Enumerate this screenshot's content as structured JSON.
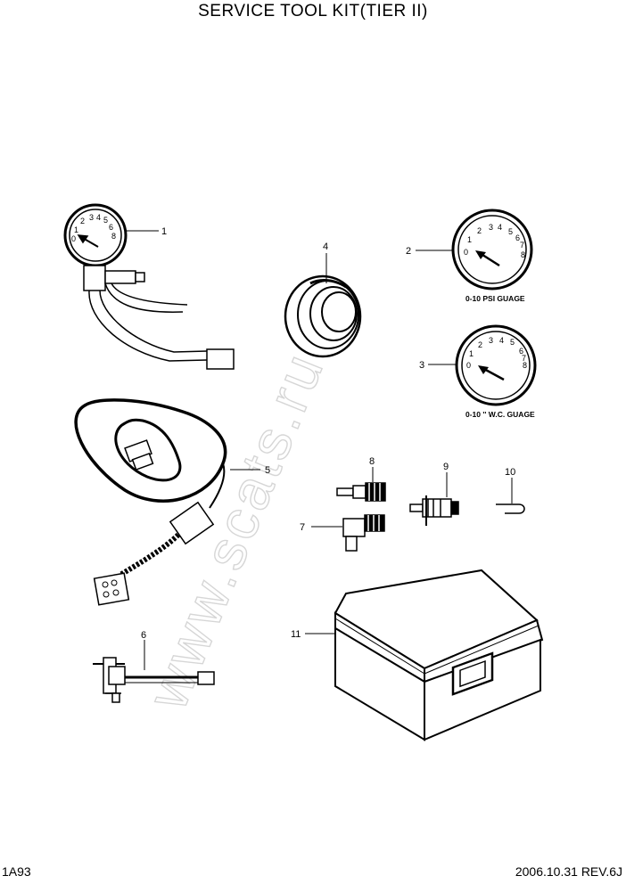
{
  "title": "SERVICE TOOL KIT(TIER II)",
  "footer": {
    "page_code": "1A93",
    "revision": "2006.10.31  REV.6J"
  },
  "watermark": "www.scats.ru",
  "callouts": {
    "c1": "1",
    "c2": "2",
    "c3": "3",
    "c4": "4",
    "c5": "5",
    "c6": "6",
    "c7": "7",
    "c8": "8",
    "c9": "9",
    "c10": "10",
    "c11": "11"
  },
  "gauge_captions": {
    "psi": "0-10 PSI GUAGE",
    "wc": "0-10 '' W.C. GUAGE"
  },
  "dial_numbers": [
    "0",
    "1",
    "2",
    "3",
    "4",
    "5",
    "6",
    "7",
    "8"
  ]
}
